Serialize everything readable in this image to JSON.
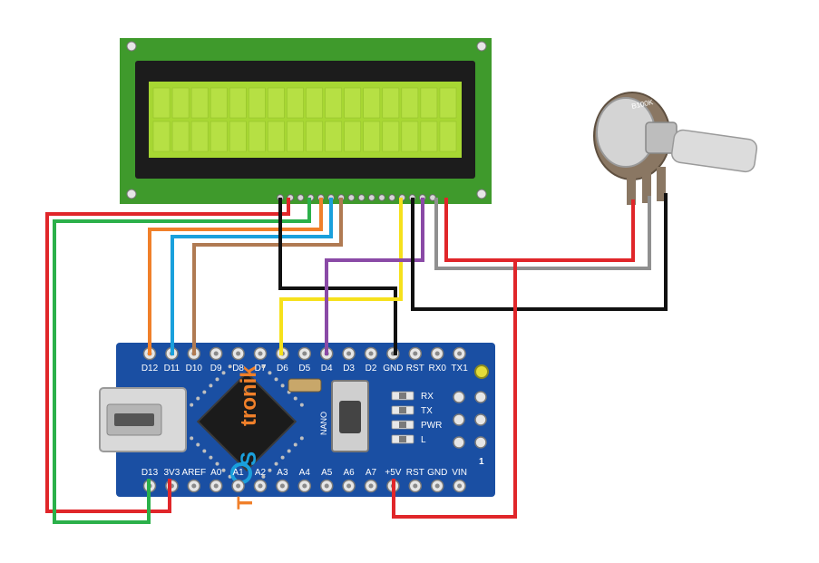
{
  "lcd": {
    "rows": 2,
    "cols": 16
  },
  "arduino": {
    "model": "NANO",
    "brand": "tronik",
    "brand_prefix": "T",
    "brand_mid": "S",
    "top_pins": [
      "D12",
      "D11",
      "D10",
      "D9",
      "D8",
      "D7",
      "D6",
      "D5",
      "D4",
      "D3",
      "D2",
      "GND",
      "RST",
      "RX0",
      "TX1"
    ],
    "bottom_pins": [
      "D13",
      "3V3",
      "AREF",
      "A0",
      "A1",
      "A2",
      "A3",
      "A4",
      "A5",
      "A6",
      "A7",
      "+5V",
      "RST",
      "GND",
      "VIN"
    ],
    "leds": [
      "RX",
      "TX",
      "PWR",
      "L"
    ],
    "side_mark": "1"
  },
  "potentiometer": {
    "label": "B100K"
  },
  "colors": {
    "lcd_board": "#3f9a2c",
    "lcd_screen": "#a7d733",
    "nano_board": "#1a4fa3",
    "wire_red": "#e0262a",
    "wire_black": "#111111",
    "wire_green": "#2bb04a",
    "wire_orange": "#f0802a",
    "wire_blue": "#1aa0dc",
    "wire_brown": "#b07a52",
    "wire_yellow": "#f6e11c",
    "wire_purple": "#8a4aa6",
    "wire_gray": "#909090",
    "brand_orange": "#f0802a"
  }
}
